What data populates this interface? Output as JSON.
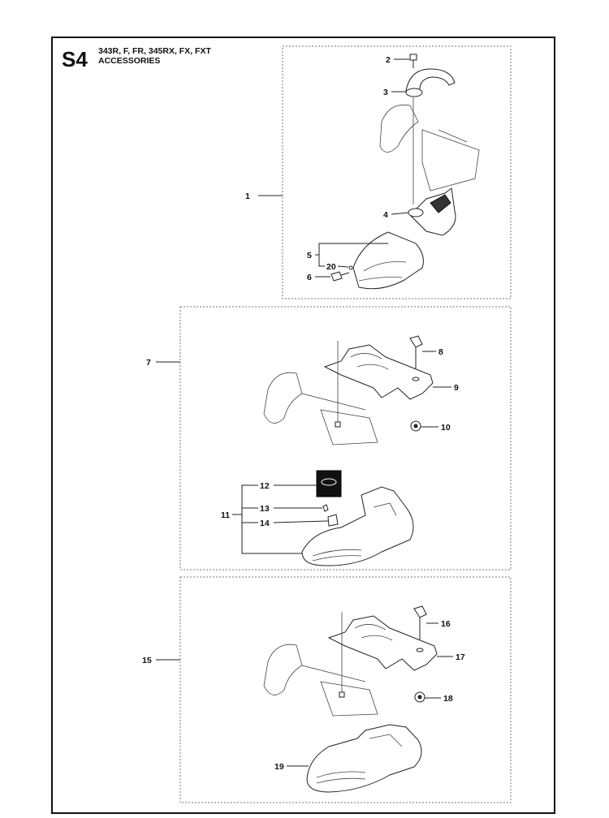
{
  "header": {
    "sheet_code": "S4",
    "models": "343R, F, FR, 345RX, FX, FXT",
    "section": "ACCESSORIES"
  },
  "callouts": {
    "n1": "1",
    "n2": "2",
    "n3": "3",
    "n4": "4",
    "n5": "5",
    "n6": "6",
    "n7": "7",
    "n8": "8",
    "n9": "9",
    "n10": "10",
    "n11": "11",
    "n12": "12",
    "n13": "13",
    "n14": "14",
    "n15": "15",
    "n16": "16",
    "n17": "17",
    "n18": "18",
    "n19": "19",
    "n20": "20"
  },
  "colors": {
    "ink": "#111111",
    "box_outline": "#777777",
    "paper": "#ffffff"
  }
}
